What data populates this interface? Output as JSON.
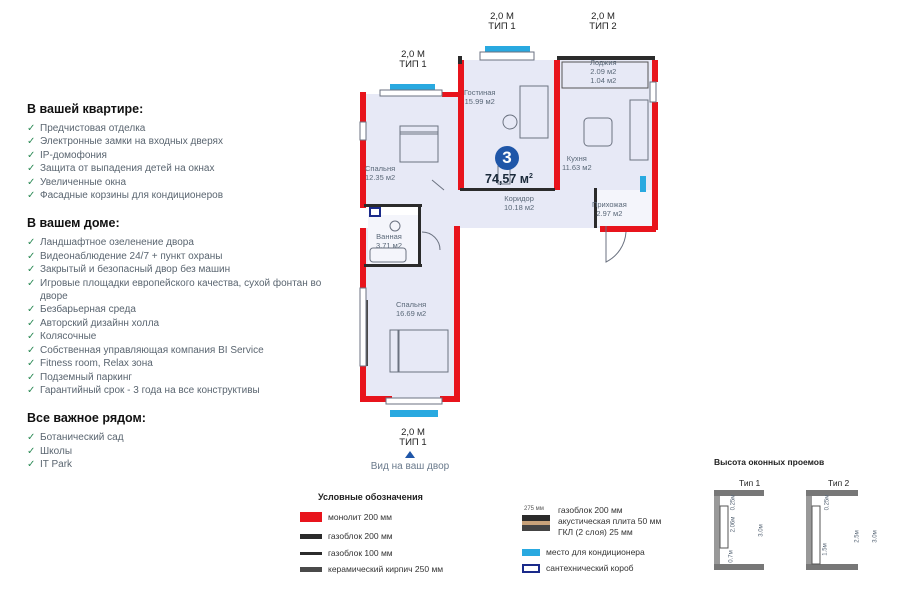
{
  "sections": [
    {
      "title": "В вашей квартире:",
      "items": [
        "Предчистовая отделка",
        "Электронные замки на входных дверях",
        "IP-домофония",
        "Защита от выпадения детей на окнах",
        "Увеличенные окна",
        "Фасадные корзины для кондиционеров"
      ]
    },
    {
      "title": "В вашем доме:",
      "items": [
        "Ландшафтное озеленение двора",
        "Видеонаблюдение 24/7 + пункт охраны",
        "Закрытый и безопасный двор без машин",
        "Игровые площадки европейского качества, сухой фонтан во дворе",
        "Безбарьерная среда",
        "Авторский дизайнн холла",
        "Колясочные",
        "Собственная управляющая компания BI Service",
        "Fitness room, Relax зона",
        "Подземный паркинг",
        "Гарантийный срок - 3 года на все конструктивы"
      ]
    },
    {
      "title": "Все важное рядом:",
      "items": [
        "Ботанический сад",
        "Школы",
        "IT Park"
      ]
    }
  ],
  "plan": {
    "rooms_count": "3",
    "total_area": "74,57 м",
    "area_sup": "2",
    "yard_view": "Вид на ваш двор",
    "rooms": [
      {
        "name": "Гостиная",
        "area": "15.99 м2"
      },
      {
        "name": "Лоджия",
        "area": "2.09 м2"
      },
      {
        "name": "",
        "area": "1.04 м2"
      },
      {
        "name": "Кухня",
        "area": "11.63 м2"
      },
      {
        "name": "Спальня",
        "area": "12.35 м2"
      },
      {
        "name": "Коридор",
        "area": "10.18 м2"
      },
      {
        "name": "Прихожая",
        "area": "2.97 м2"
      },
      {
        "name": "Ванная",
        "area": "3.71 м2"
      },
      {
        "name": "Спальня",
        "area": "16.69 м2"
      }
    ],
    "windows": [
      {
        "width": "2,0 М",
        "type": "ТИП 1"
      },
      {
        "width": "2,0 М",
        "type": "ТИП 2"
      },
      {
        "width": "2,0 М",
        "type": "ТИП 1"
      },
      {
        "width": "2,0 М",
        "type": "ТИП 1"
      }
    ]
  },
  "legend": {
    "title": "Условные обозначения",
    "items": [
      {
        "label": "монолит 200 мм",
        "color": "#e8141c"
      },
      {
        "label": "газоблок 200 мм",
        "color": "#2b2b2b"
      },
      {
        "label": "газоблок 100 мм",
        "color": "#2b2b2b"
      },
      {
        "label": "керамический кирпич 250 мм",
        "color": "#4a4a4a"
      },
      {
        "label": "газоблок 200 мм",
        "color": "#2b2b2b"
      },
      {
        "label": "акустическая плита 50 мм",
        "color": "#c8a27a"
      },
      {
        "label": "ГКЛ (2 слоя) 25 мм",
        "color": "#444444"
      },
      {
        "label": "место для кондиционера",
        "color": "#29a9e0"
      },
      {
        "label": "сантехнический короб",
        "color": "#1a2a8a"
      }
    ],
    "composite_dim": "275 мм"
  },
  "window_heights": {
    "title": "Высота оконных проемов",
    "types": [
      {
        "name": "Тип 1",
        "dims": [
          "0.25м",
          "2.06м",
          "0.7м"
        ],
        "total": "3.0м"
      },
      {
        "name": "Тип 2",
        "dims": [
          "0.25м",
          "1.5м",
          "2.5м"
        ],
        "total": "3.0м"
      }
    ]
  },
  "colors": {
    "accent": "#1f56a8",
    "check": "#2e8b57",
    "monolith": "#e8141c",
    "room_fill": "#e7e9f6",
    "ac": "#29a9e0"
  }
}
